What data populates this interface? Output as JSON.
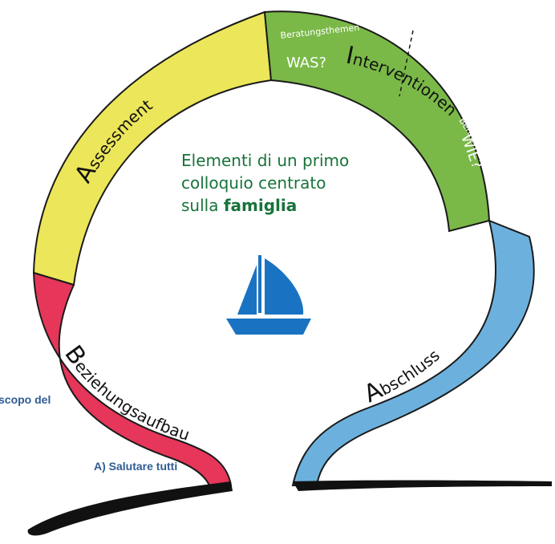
{
  "center": {
    "line1": "Elementi di un primo",
    "line2": "colloquio centrato",
    "line3_prefix": "sulla ",
    "line3_bold": "famiglia"
  },
  "segments": {
    "beziehung": {
      "initial": "B",
      "rest": "eziehungsaufbau",
      "color": "#e6365a"
    },
    "assessment": {
      "initial": "A",
      "rest": "ssessment",
      "color": "#ece65a"
    },
    "interventionen": {
      "initial": "I",
      "rest": "nterventionen",
      "color": "#7ab948"
    },
    "abschluss": {
      "initial": "A",
      "rest": "bschluss",
      "color": "#6cb1de"
    }
  },
  "sub_labels": {
    "beratungsthemen": "Beratungsthemen",
    "was": "WAS?",
    "beratungstechnik": "Beratungstechnik",
    "wie": "WIE?"
  },
  "side_texts": {
    "scopo": "scopo del",
    "salutare": "A) Salutare tutti"
  },
  "icons": {
    "boat": "sailboat-icon"
  },
  "colors": {
    "boat": "#1a73c2",
    "title": "#17733a",
    "side_text": "#2f5c94"
  }
}
